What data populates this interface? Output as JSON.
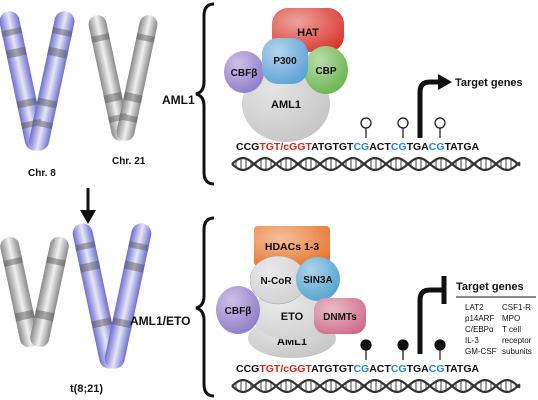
{
  "chromosomes": {
    "chr8_label": "Chr. 8",
    "chr21_label": "Chr. 21",
    "translocation_label": "t(8;21)"
  },
  "top": {
    "factor_label": "AML1",
    "complex": {
      "hat": "HAT",
      "p300": "P300",
      "cbp": "CBP",
      "cbfb": "CBFβ",
      "aml1": "AML1"
    },
    "target_label": "Target genes",
    "sequence": [
      {
        "text": "CCG",
        "color": "#111111"
      },
      {
        "text": "TGT/cGGT",
        "color": "#d0281e"
      },
      {
        "text": "ATGTGT",
        "color": "#111111"
      },
      {
        "text": "CG",
        "color": "#2a86c8"
      },
      {
        "text": "ACT",
        "color": "#111111"
      },
      {
        "text": "CG",
        "color": "#2a86c8"
      },
      {
        "text": "TGA",
        "color": "#111111"
      },
      {
        "text": "CG",
        "color": "#2a86c8"
      },
      {
        "text": "TATGA",
        "color": "#111111"
      }
    ]
  },
  "bottom": {
    "factor_label": "AML1/ETO",
    "complex": {
      "hdacs": "HDACs 1-3",
      "ncor": "N-CoR",
      "sin3a": "SIN3A",
      "cbfb": "CBFβ",
      "eto": "ETO",
      "aml1": "AML1",
      "dnmts": "DNMTs"
    },
    "target_label": "Target genes",
    "target_genes_col1": [
      "LAT2",
      "p14ARF",
      "C/EBPα",
      "IL-3",
      "GM-CSF"
    ],
    "target_genes_col2": [
      "CSF1-R",
      "MPO",
      "T cell",
      "receptor",
      "subunits"
    ],
    "sequence": [
      {
        "text": "CCG",
        "color": "#111111"
      },
      {
        "text": "TGT/cGGT",
        "color": "#d0281e"
      },
      {
        "text": "ATGTGT",
        "color": "#111111"
      },
      {
        "text": "CG",
        "color": "#2a86c8"
      },
      {
        "text": "ACT",
        "color": "#111111"
      },
      {
        "text": "CG",
        "color": "#2a86c8"
      },
      {
        "text": "TGA",
        "color": "#111111"
      },
      {
        "text": "CG",
        "color": "#2a86c8"
      },
      {
        "text": "TATGA",
        "color": "#111111"
      }
    ]
  },
  "colors": {
    "hat": "#d8352a",
    "p300": "#5aa0d6",
    "cbp": "#66b24a",
    "cbfb": "#8a78c8",
    "aml1": "#c4c4c4",
    "hdacs": "#e8742c",
    "ncor": "#cfcfcf",
    "sin3a": "#4aa0d0",
    "dnmts": "#d06a8a",
    "cpg": "#2a86c8",
    "red": "#d0281e"
  }
}
